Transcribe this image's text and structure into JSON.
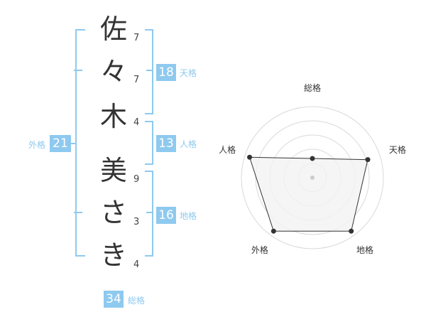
{
  "name": {
    "chars": [
      {
        "char": "佐",
        "strokes": "7"
      },
      {
        "char": "々",
        "strokes": "7"
      },
      {
        "char": "木",
        "strokes": "4"
      },
      {
        "char": "美",
        "strokes": "9"
      },
      {
        "char": "さ",
        "strokes": "3"
      },
      {
        "char": "き",
        "strokes": "4"
      }
    ]
  },
  "kaku": {
    "tenkaku": {
      "value": "18",
      "label": "天格"
    },
    "jinkaku": {
      "value": "13",
      "label": "人格"
    },
    "chikaku": {
      "value": "16",
      "label": "地格"
    },
    "gaikaku": {
      "value": "21",
      "label": "外格"
    },
    "soukaku": {
      "value": "34",
      "label": "総格"
    }
  },
  "colors": {
    "accent": "#8ec9ef",
    "radar_fill": "#f2f2f2",
    "radar_stroke": "#333333",
    "grid": "#d9d9d9"
  },
  "chart_data": {
    "type": "radar",
    "axes": [
      "総格",
      "天格",
      "地格",
      "外格",
      "人格"
    ],
    "values": [
      0.27,
      0.82,
      0.93,
      0.93,
      0.93
    ],
    "scale": [
      0,
      1
    ],
    "grid_rings": 5
  }
}
